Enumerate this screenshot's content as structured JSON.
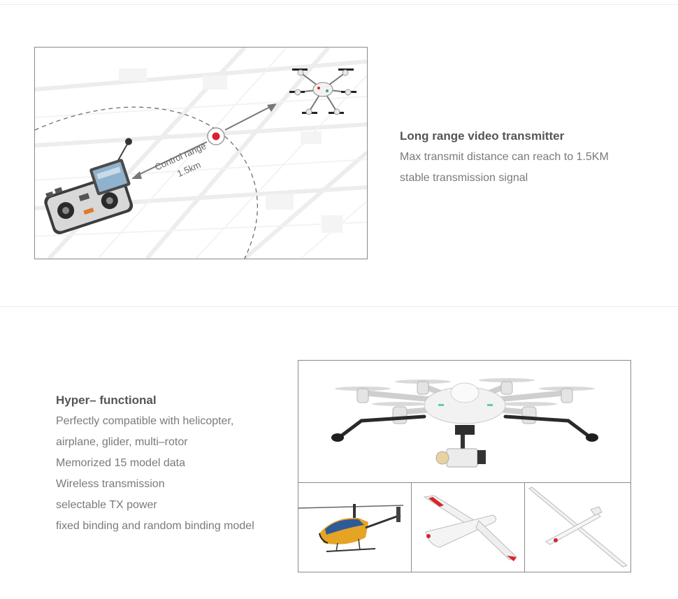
{
  "section1": {
    "map_label_line1": "Control range",
    "map_label_line2": "1.5km",
    "heading": "Long range video transmitter",
    "lines": [
      "Max transmit distance can reach to 1.5KM",
      "stable transmission signal"
    ]
  },
  "section2": {
    "heading": "Hyper– functional",
    "lines": [
      "Perfectly compatible with helicopter,",
      "airplane, glider, multi–rotor",
      "Memorized 15 model data",
      "Wireless transmission",
      "selectable TX power",
      "fixed binding and random binding model"
    ]
  },
  "colors": {
    "accent_red": "#d8232a",
    "heading": "#555555",
    "body_text": "#7a7a7a",
    "frame_border": "#8a8a8a"
  }
}
